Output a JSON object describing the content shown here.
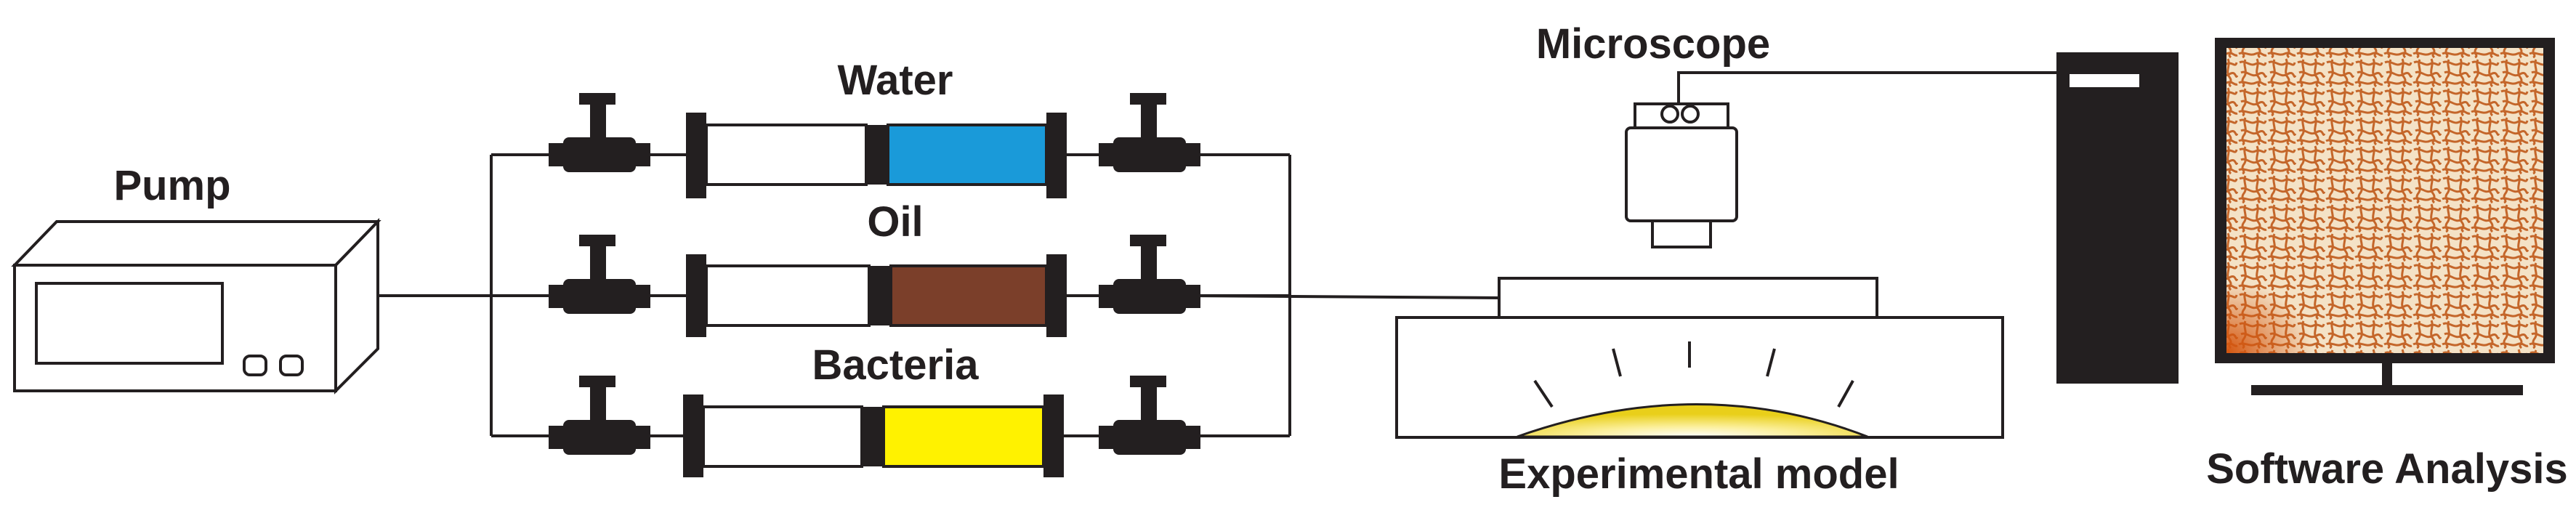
{
  "labels": {
    "pump": "Pump",
    "water": "Water",
    "oil": "Oil",
    "bacteria": "Bacteria",
    "microscope": "Microscope",
    "experimental_model": "Experimental model",
    "software_analysis": "Software Analysis"
  },
  "colors": {
    "line": "#231f20",
    "water": "#1a9ad9",
    "oil": "#7b3f2a",
    "bacteria": "#fff200",
    "light_glow": "#f2dc2e",
    "screen_bg": "#f4e2c6",
    "screen_pattern": "#c4662a",
    "screen_corner": "#d4560f"
  }
}
